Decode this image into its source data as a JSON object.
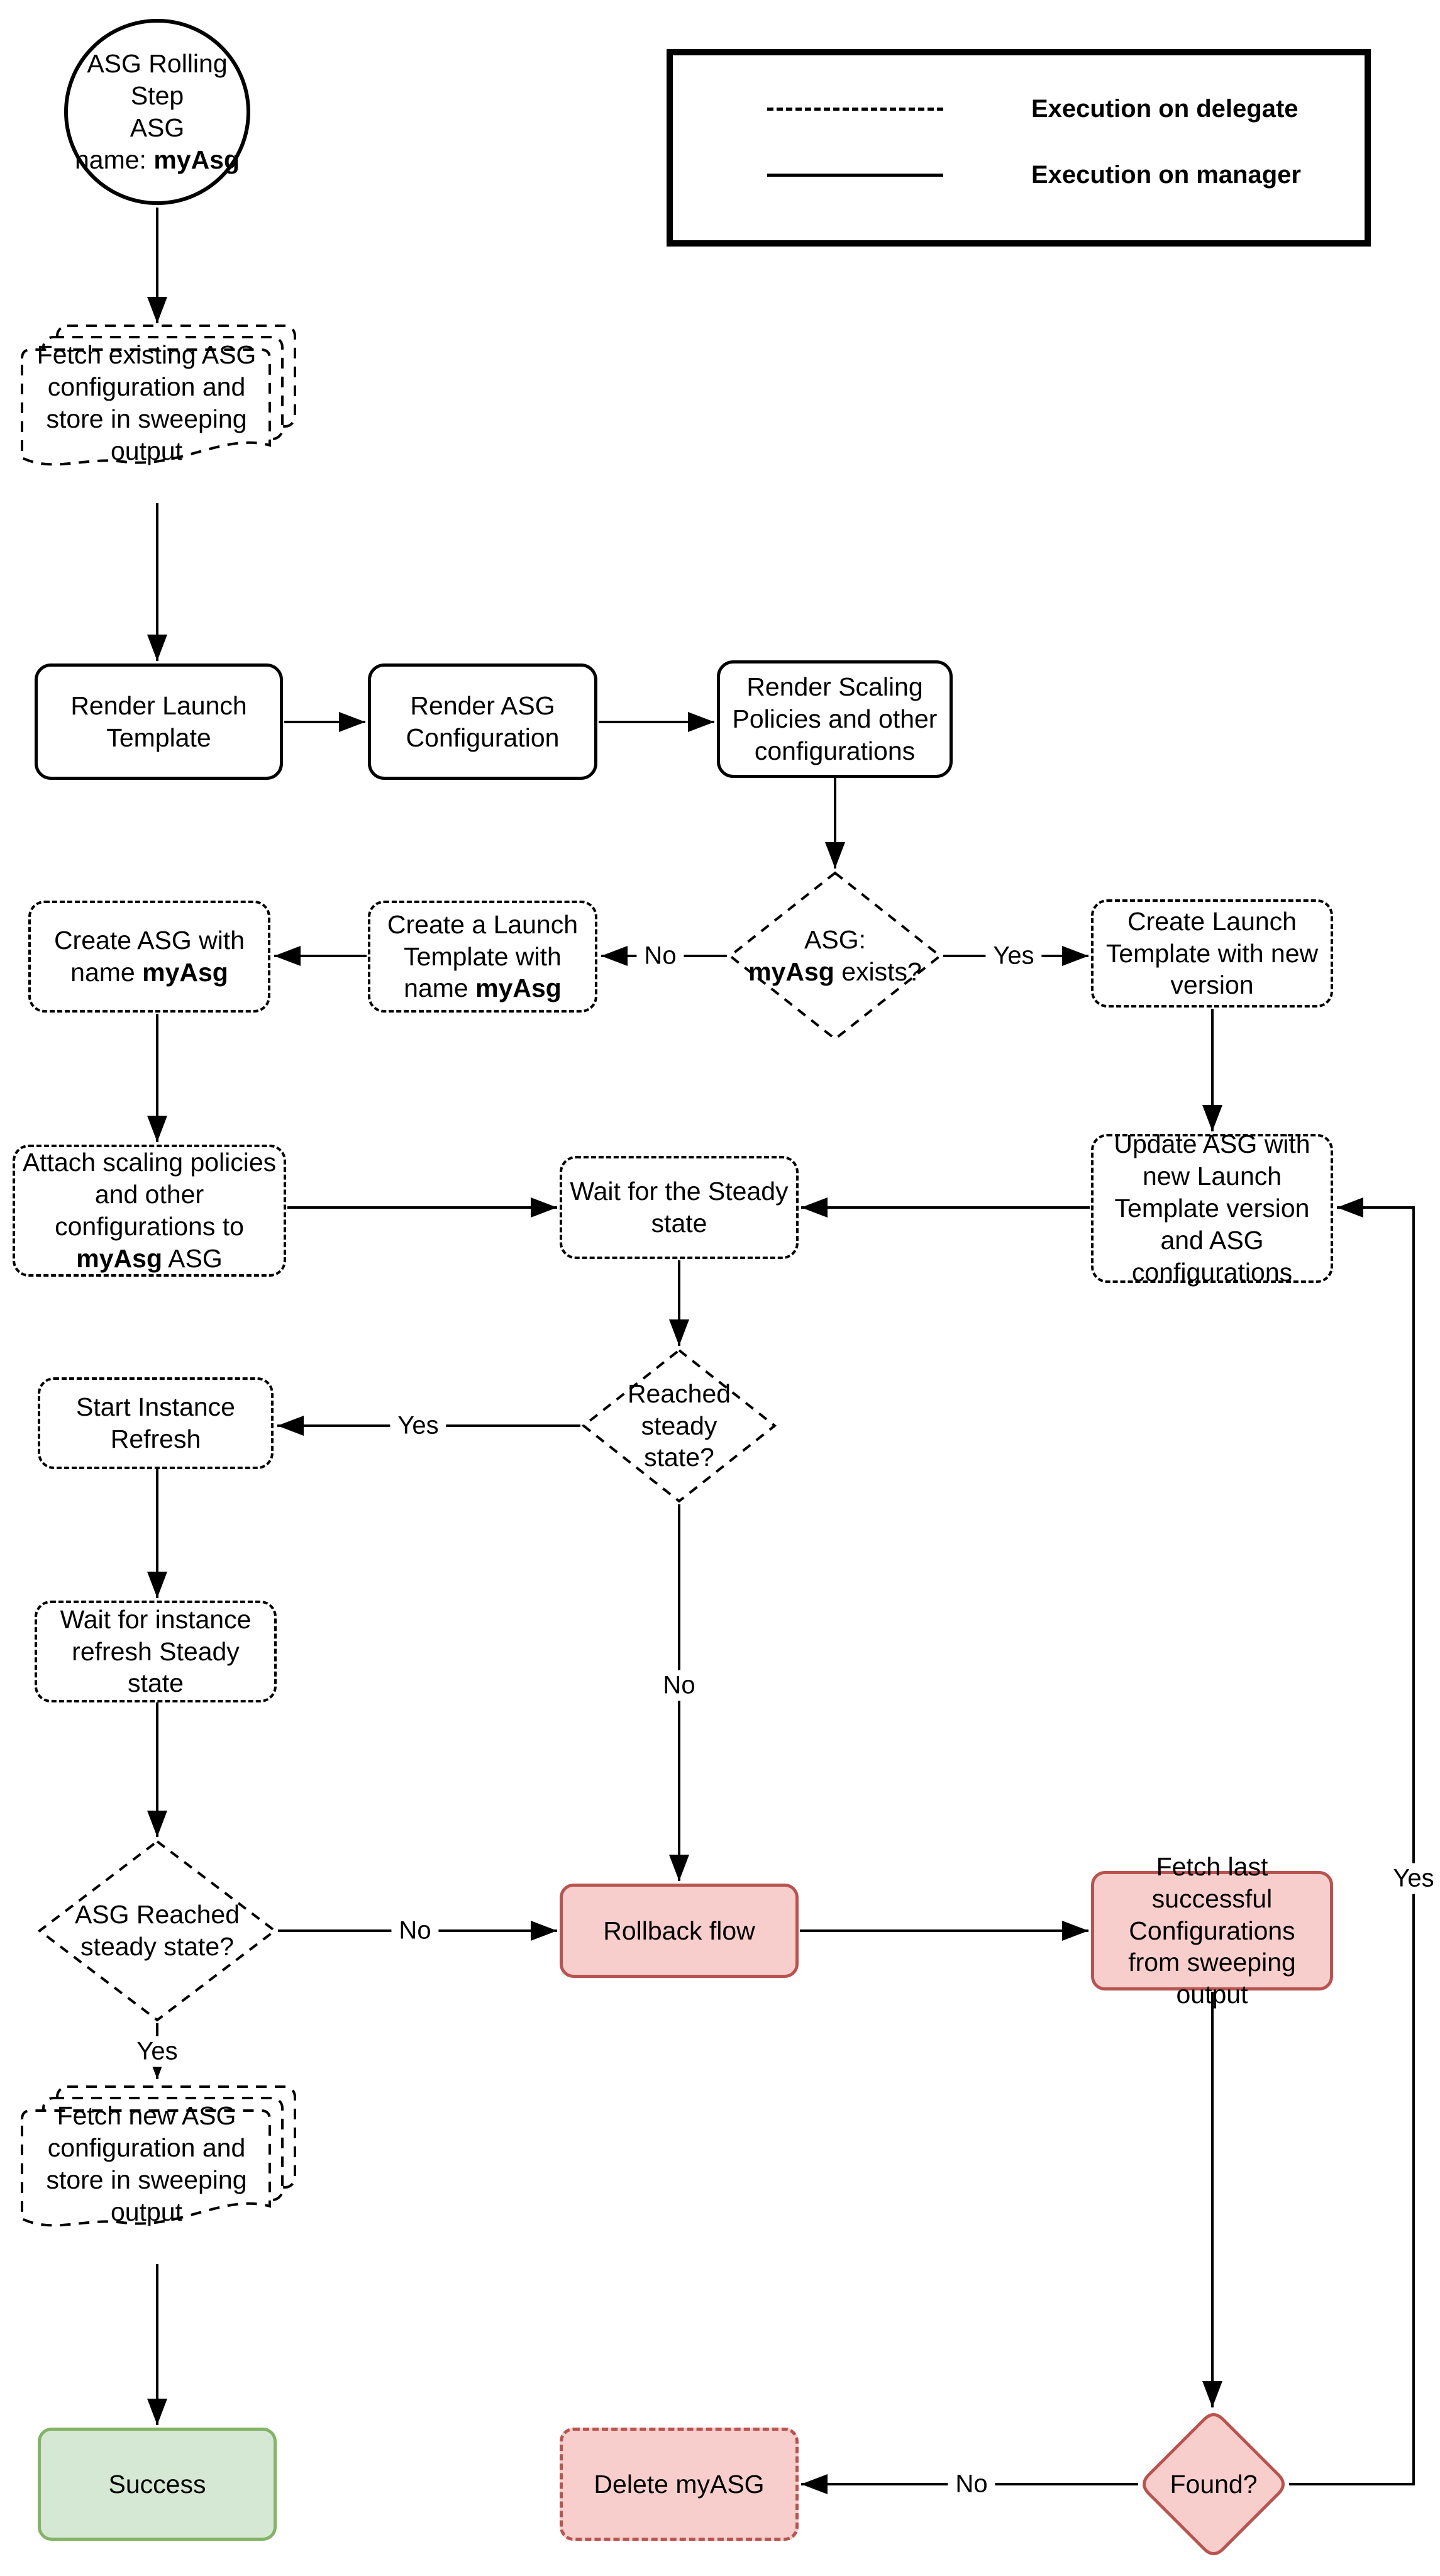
{
  "legend": {
    "delegate": "Execution on delegate",
    "manager": "Execution on manager"
  },
  "edge_labels": {
    "yes": "Yes",
    "no": "No"
  },
  "colors": {
    "pink_fill": "#f8cecc",
    "red_stroke": "#b85450",
    "green_fill": "#d5e8d4",
    "green_stroke": "#82b366",
    "line": "#000000"
  },
  "nodes": {
    "start": {
      "line1": "ASG Rolling Step",
      "line2": "ASG",
      "line3_pre": "name: ",
      "line3_bold": "myAsg"
    },
    "fetch_existing": {
      "label": "Fetch existing ASG configuration and store in sweeping output"
    },
    "render_launch_template": {
      "label": "Render Launch Template"
    },
    "render_asg_configuration": {
      "label": "Render ASG Configuration"
    },
    "render_scaling_policies": {
      "label": "Render Scaling Policies and other configurations"
    },
    "asg_exists": {
      "line1": "ASG:",
      "bold": "myAsg",
      "post": " exists?"
    },
    "create_launch_template_named": {
      "pre": "Create a Launch Template with name ",
      "bold": "myAsg"
    },
    "create_asg": {
      "pre": "Create ASG with name ",
      "bold": "myAsg"
    },
    "create_launch_template_new": {
      "label": "Create Launch Template with new version"
    },
    "attach_scaling": {
      "pre": "Attach scaling policies and other configurations to ",
      "bold": "myAsg",
      "post": " ASG"
    },
    "wait_steady": {
      "label": "Wait for the Steady state"
    },
    "update_asg": {
      "label": "Update ASG with new Launch Template version and ASG configurations"
    },
    "reached_steady": {
      "label": "Reached steady state?"
    },
    "start_instance_refresh": {
      "label": "Start Instance Refresh"
    },
    "wait_instance_refresh": {
      "label": "Wait for instance refresh Steady state"
    },
    "asg_reached_steady": {
      "label": "ASG Reached steady state?"
    },
    "rollback": {
      "label": "Rollback flow"
    },
    "fetch_last": {
      "label": "Fetch last successful Configurations from sweeping output"
    },
    "fetch_new": {
      "label": "Fetch new ASG configuration and store in sweeping output"
    },
    "success": {
      "label": "Success"
    },
    "delete_asg": {
      "label": "Delete myASG"
    },
    "found": {
      "label": "Found?"
    }
  }
}
